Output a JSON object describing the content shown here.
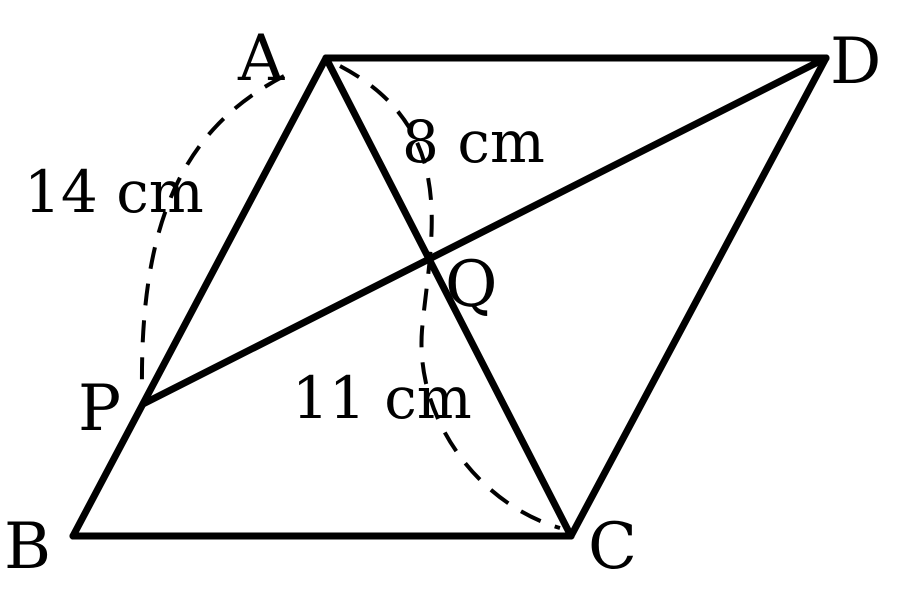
{
  "vertices": {
    "A": "A",
    "B": "B",
    "C": "C",
    "D": "D",
    "P": "P",
    "Q": "Q"
  },
  "measurements": {
    "ap": "14 cm",
    "aq": "8 cm",
    "qc": "11 cm"
  },
  "colors": {
    "ink": "#000000",
    "background": "#ffffff"
  }
}
